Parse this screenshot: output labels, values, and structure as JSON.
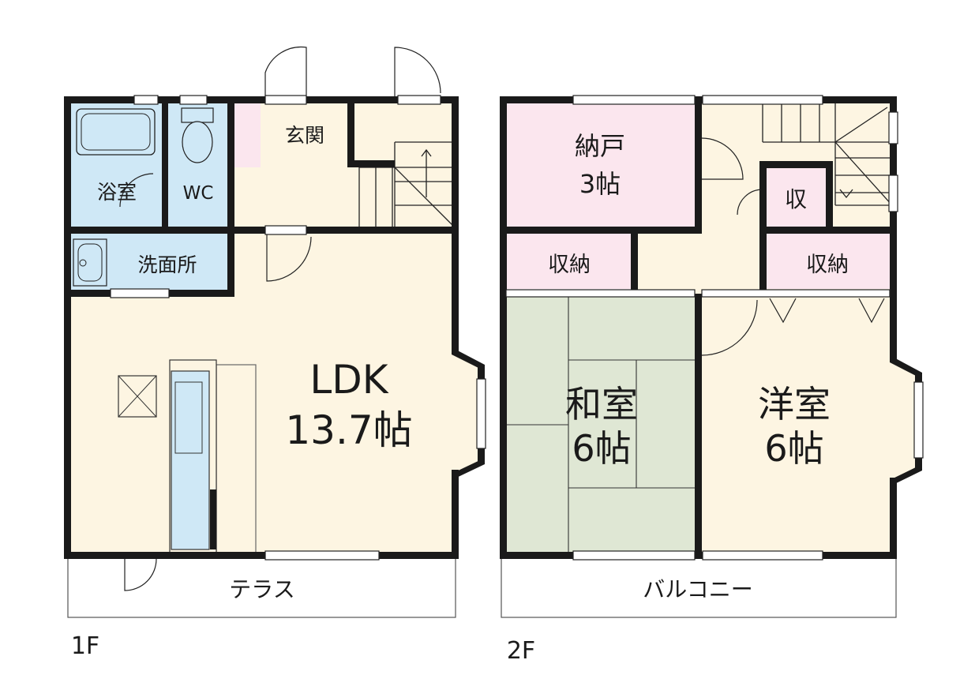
{
  "colors": {
    "wet_area": "#cfe8f6",
    "living": "#fdf5e2",
    "storage": "#fbe6ee",
    "tatami": "#dfe7d4",
    "fixture": "#cfe8f6",
    "wall": "#1a1a1a",
    "background": "#ffffff"
  },
  "floor1": {
    "floor_label": "1F",
    "rooms": {
      "bath": "浴室",
      "wc": "WC",
      "entrance": "玄関",
      "washroom": "洗面所",
      "ldk_name": "LDK",
      "ldk_size": "13.7帖"
    },
    "terrace": "テラス"
  },
  "floor2": {
    "floor_label": "2F",
    "rooms": {
      "storeroom_name": "納戸",
      "storeroom_size": "3帖",
      "closet_small": "収",
      "closet_left": "収納",
      "closet_right": "収納",
      "japanese_name": "和室",
      "japanese_size": "6帖",
      "western_name": "洋室",
      "western_size": "6帖"
    },
    "balcony": "バルコニー"
  }
}
